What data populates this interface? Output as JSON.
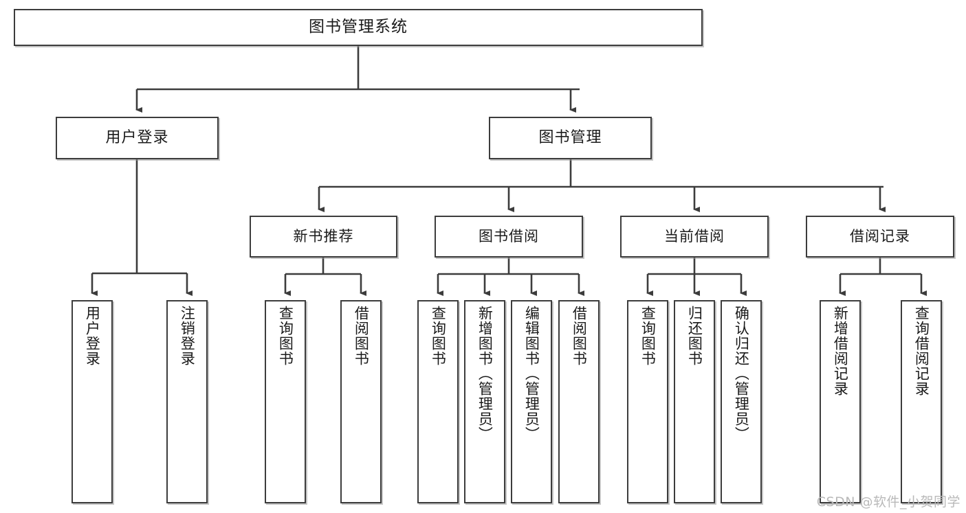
{
  "diagram": {
    "title": "图书管理系统",
    "type": "tree-hierarchy",
    "watermark": "CSDN @软件_小贺同学",
    "colors": {
      "box_border": "#3c3c3c",
      "box_fill": "#ffffff",
      "connector": "#3c3c3c",
      "text": "#1a1a1a",
      "watermark": "#b9b9b9",
      "background": "#ffffff"
    },
    "root": {
      "label": "图书管理系统"
    },
    "level2": [
      {
        "label": "用户登录"
      },
      {
        "label": "图书管理"
      }
    ],
    "level3": [
      {
        "label": "新书推荐"
      },
      {
        "label": "图书借阅"
      },
      {
        "label": "当前借阅"
      },
      {
        "label": "借阅记录"
      }
    ],
    "leaves": {
      "user_login": [
        {
          "label": "用户登录"
        },
        {
          "label": "注销登录"
        }
      ],
      "new_book_recommend": [
        {
          "label": "查询图书"
        },
        {
          "label": "借阅图书"
        }
      ],
      "book_borrow": [
        {
          "label": "查询图书"
        },
        {
          "label": "新增图书（管理员）"
        },
        {
          "label": "编辑图书（管理员）"
        },
        {
          "label": "借阅图书"
        }
      ],
      "current_borrow": [
        {
          "label": "查询图书"
        },
        {
          "label": "归还图书"
        },
        {
          "label": "确认归还（管理员）"
        }
      ],
      "borrow_record": [
        {
          "label": "新增借阅记录"
        },
        {
          "label": "查询借阅记录"
        }
      ]
    }
  }
}
